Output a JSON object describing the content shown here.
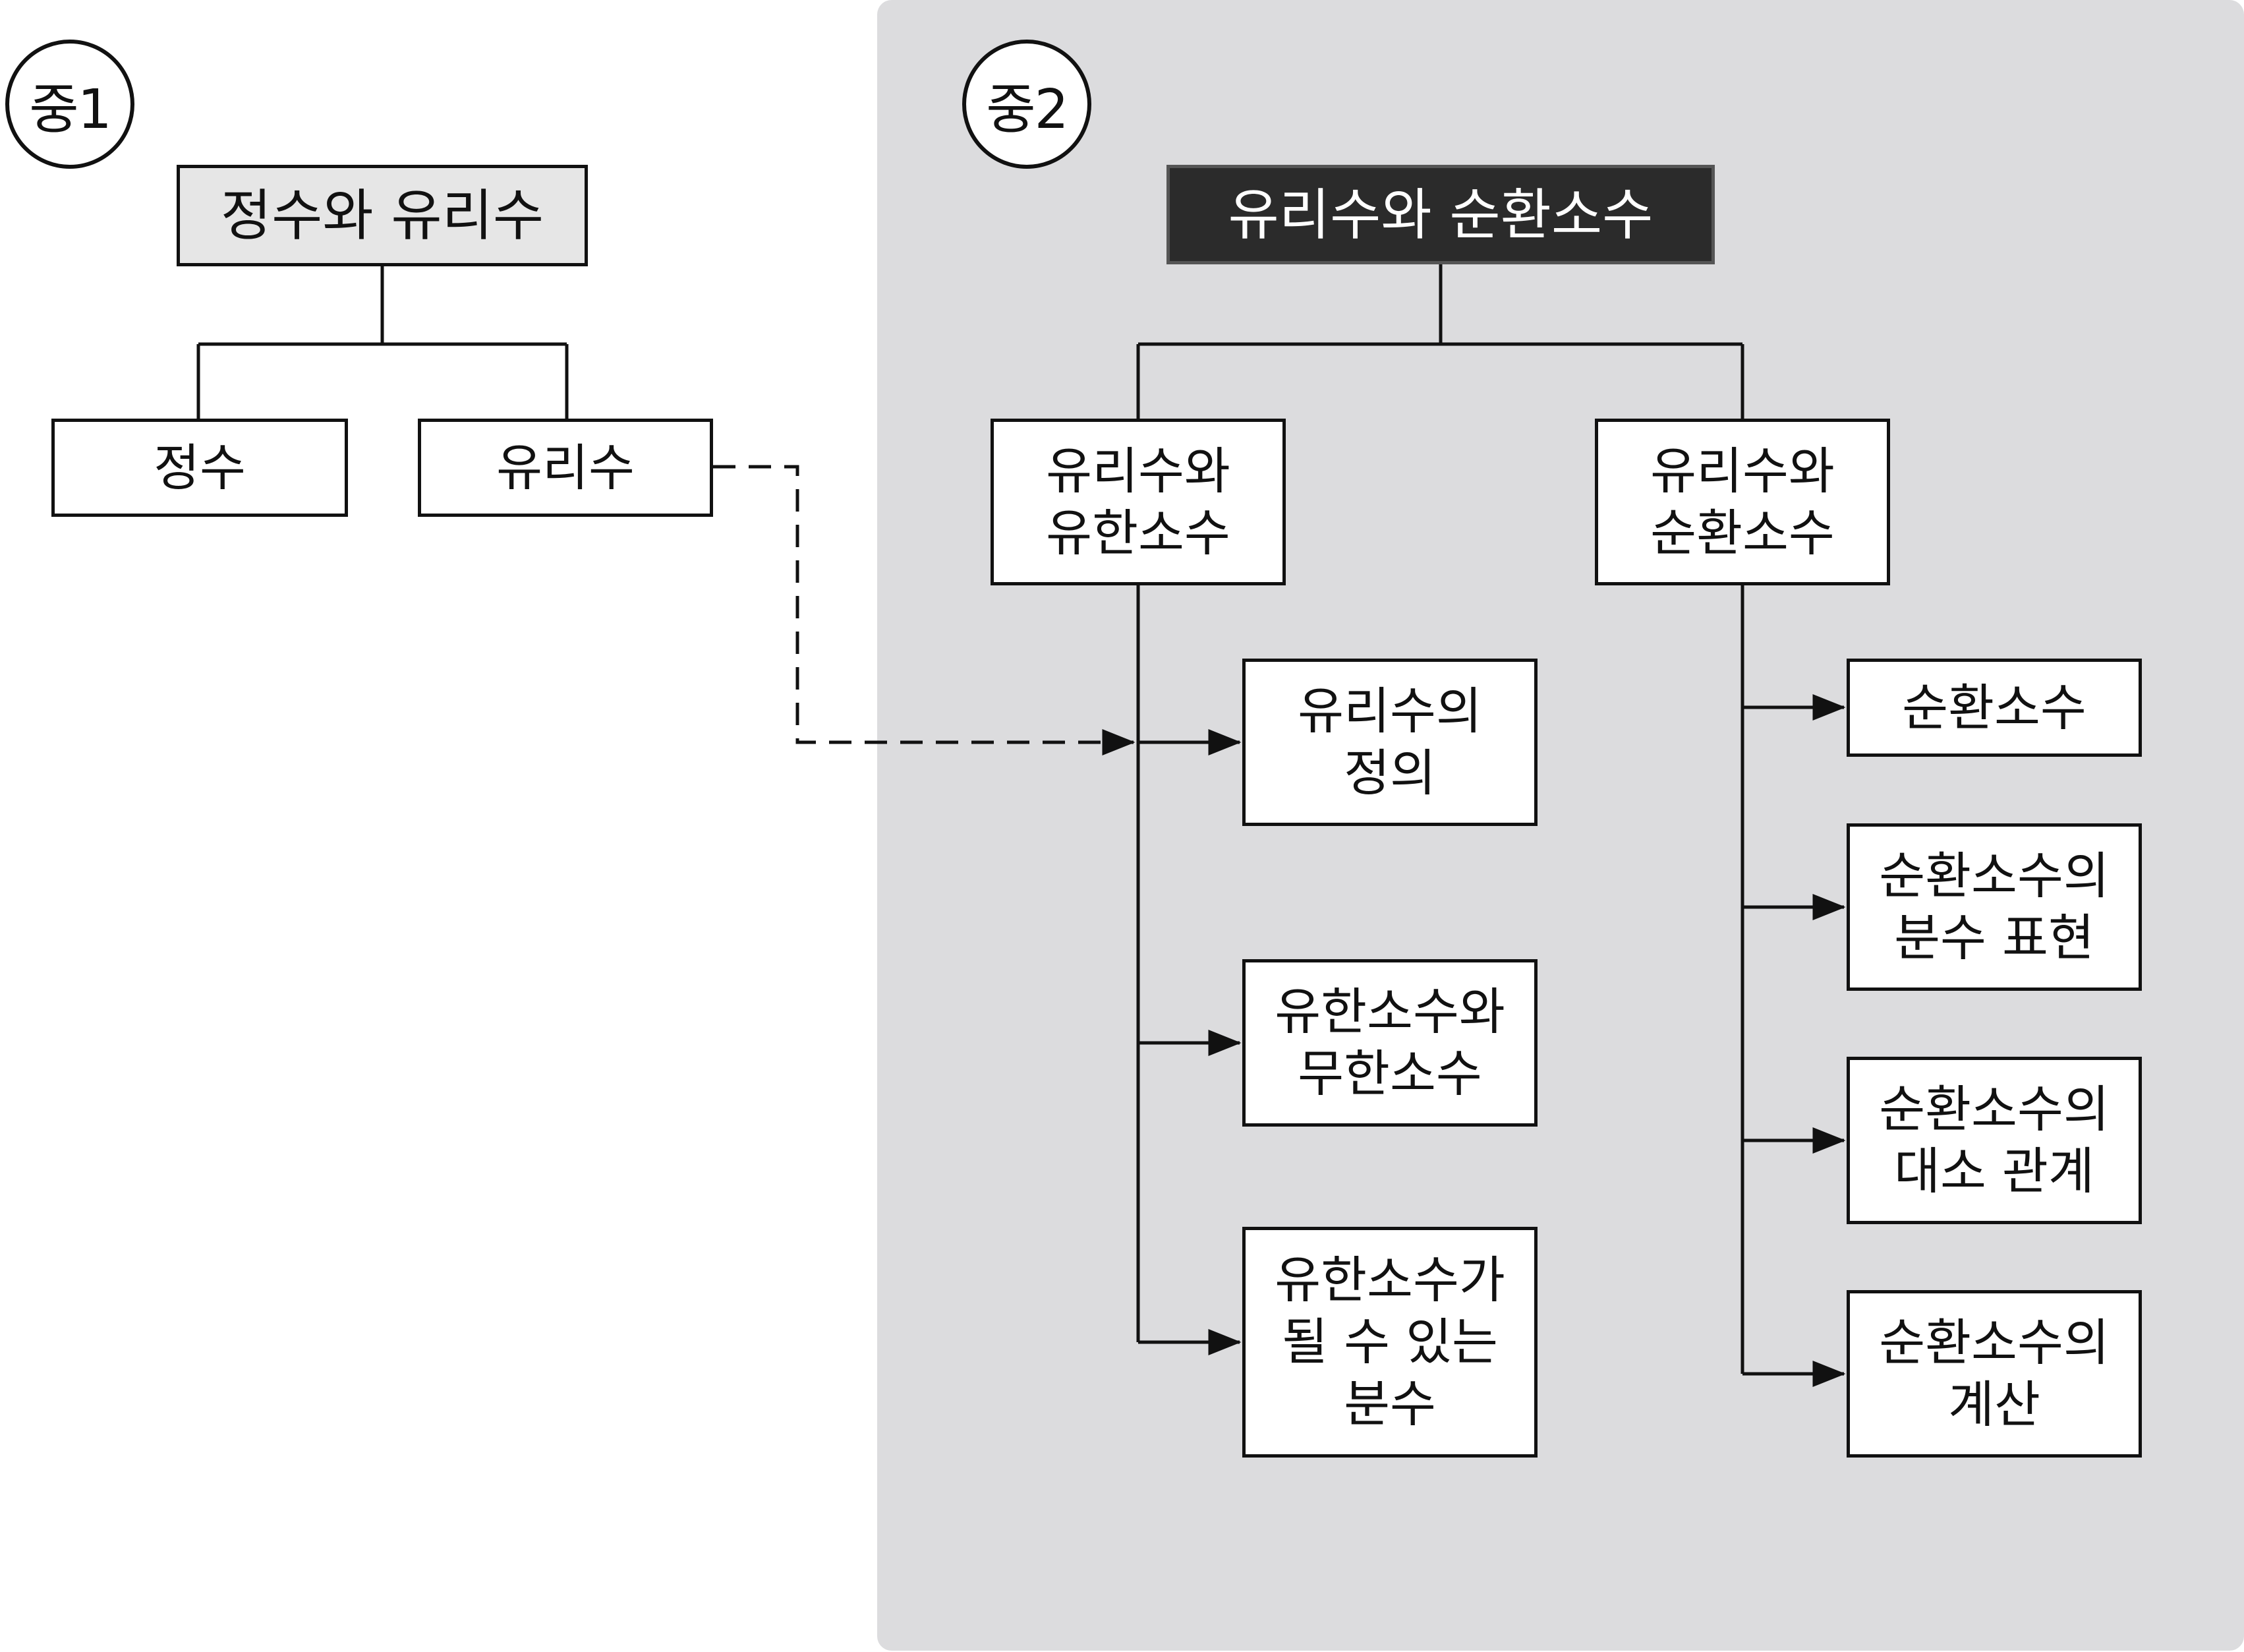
{
  "grade_one": {
    "label": "중1",
    "root": "정수와 유리수",
    "children": [
      "정수",
      "유리수"
    ]
  },
  "grade_two": {
    "label": "중2",
    "root": "유리수와 순환소수",
    "branches": [
      {
        "label": "유리수와\n유한소수",
        "items": [
          "유리수의\n정의",
          "유한소수와\n무한소수",
          "유한소수가\n될 수 있는\n분수"
        ]
      },
      {
        "label": "유리수와\n순환소수",
        "items": [
          "순환소수",
          "순환소수의\n분수 표현",
          "순환소수의\n대소 관계",
          "순환소수의\n계산"
        ]
      }
    ]
  },
  "colors": {
    "panel": "#dcdcde",
    "root_one_fill": "#e6e6e6",
    "root_two_fill": "#2b2b2b",
    "line": "#111111"
  }
}
